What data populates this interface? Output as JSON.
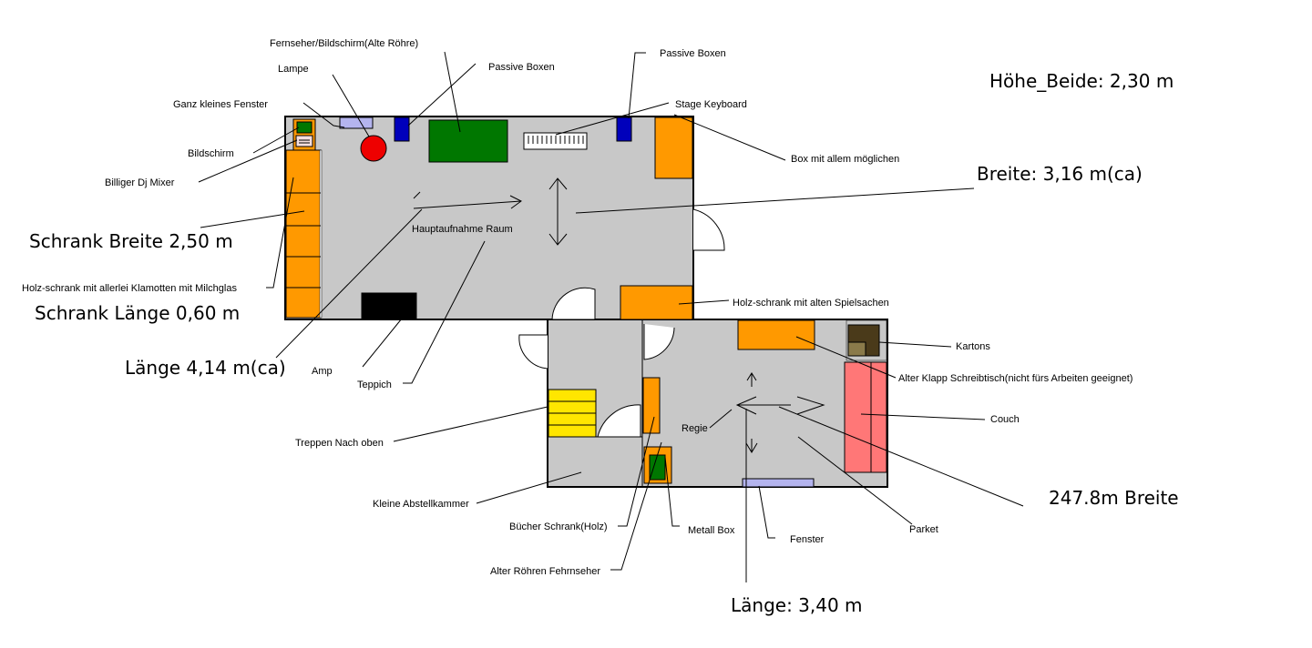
{
  "dimensions": {
    "height_both": "Höhe_Beide: 2,30 m",
    "width_main": "Breite: 3,16 m(ca)",
    "cabinet_width": "Schrank Breite 2,50 m",
    "cabinet_length": "Schrank Länge 0,60 m",
    "length_main": "Länge 4,14 m(ca)",
    "width_lower": "247.8m Breite",
    "length_lower": "Länge: 3,40 m"
  },
  "labels": {
    "tv_monitor": "Fernseher/Bildschirm(Alte Röhre)",
    "lamp": "Lampe",
    "passive_speakers_1": "Passive Boxen",
    "passive_speakers_2": "Passive Boxen",
    "tiny_window": "Ganz kleines Fenster",
    "stage_keyboard": "Stage Keyboard",
    "monitor": "Bildschirm",
    "box_misc": "Box mit allem möglichen",
    "dj_mixer": "Billiger Dj Mixer",
    "main_room": "Hauptaufnahme Raum",
    "wardrobe": "Holz-schrank mit allerlei Klamotten mit Milchglas",
    "toy_cabinet": "Holz-schrank mit alten Spielsachen",
    "boxes": "Kartons",
    "amp": "Amp",
    "carpet": "Teppich",
    "desk": "Alter Klapp Schreibtisch(nicht fürs Arbeiten geeignet)",
    "control_room": "Regie",
    "couch": "Couch",
    "stairs": "Treppen Nach oben",
    "storage": "Kleine Abstellkammer",
    "bookshelf": "Bücher Schrank(Holz)",
    "metal_box": "Metall Box",
    "window": "Fenster",
    "parquet": "Parket",
    "old_tv": "Alter Röhren Fehrnseher"
  },
  "colors": {
    "floor": "#c8c8c8",
    "wood": "#ff9900",
    "speaker": "#0000bb",
    "green": "#007700",
    "lamp": "#ee0000",
    "window": "#b4b4ee",
    "couch": "#ff7777",
    "stairs": "#ffe600",
    "amp": "#000000",
    "cartons": "#4a3a1a"
  }
}
